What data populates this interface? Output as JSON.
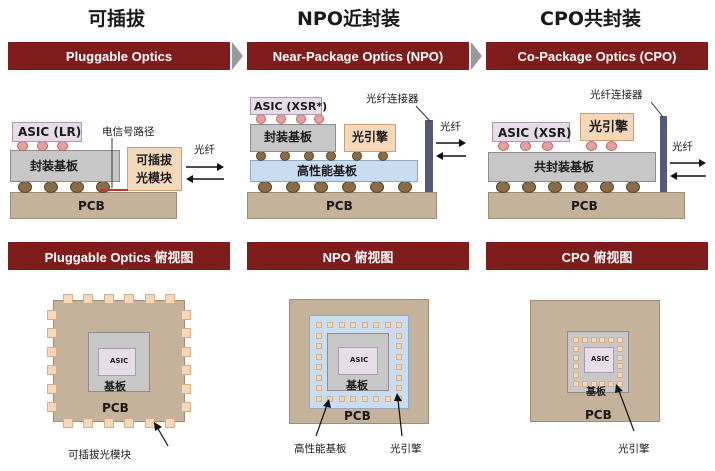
{
  "columns": [
    {
      "title": "可插拔",
      "banner": "Pluggable Optics",
      "top_banner": "Pluggable Optics 俯视图"
    },
    {
      "title": "NPO近封装",
      "banner": "Near-Package Optics (NPO)",
      "top_banner": "NPO 俯视图"
    },
    {
      "title": "CPO共封装",
      "banner": "Co-Package Optics (CPO)",
      "top_banner": "CPO 俯视图"
    }
  ],
  "pluggable": {
    "asic": "ASIC (LR)",
    "substrate": "封装基板",
    "module": "可插拔\n光模块",
    "pcb": "PCB",
    "signal_path": "电信号路径",
    "fiber": "光纤"
  },
  "npo": {
    "asic": "ASIC (XSR*)",
    "substrate": "封装基板",
    "engine": "光引擎",
    "ceramic": "高性能基板",
    "pcb": "PCB",
    "connector": "光纤连接器",
    "fiber": "光纤"
  },
  "cpo": {
    "asic": "ASIC (XSR)",
    "engine": "光引擎",
    "substrate": "共封装基板",
    "pcb": "PCB",
    "connector": "光纤连接器",
    "fiber": "光纤"
  },
  "top_pluggable": {
    "asic": "ASIC",
    "substrate": "基板",
    "pcb": "PCB",
    "callout": "可插拔光模块"
  },
  "top_npo": {
    "asic": "ASIC",
    "substrate": "基板",
    "pcb": "PCB",
    "callout_ceramic": "高性能基板",
    "callout_engine": "光引擎"
  },
  "top_cpo": {
    "asic": "ASIC",
    "substrate": "基板",
    "pcb": "PCB",
    "callout_engine": "光引擎"
  },
  "colors": {
    "banner": "#7f1d1d",
    "pcb": "#c4b29b",
    "substrate": "#c7c7c7",
    "asic": "#e7dde9",
    "optics": "#f5d7ba",
    "ceramic": "#c9dcf0",
    "connector": "#545a78"
  }
}
